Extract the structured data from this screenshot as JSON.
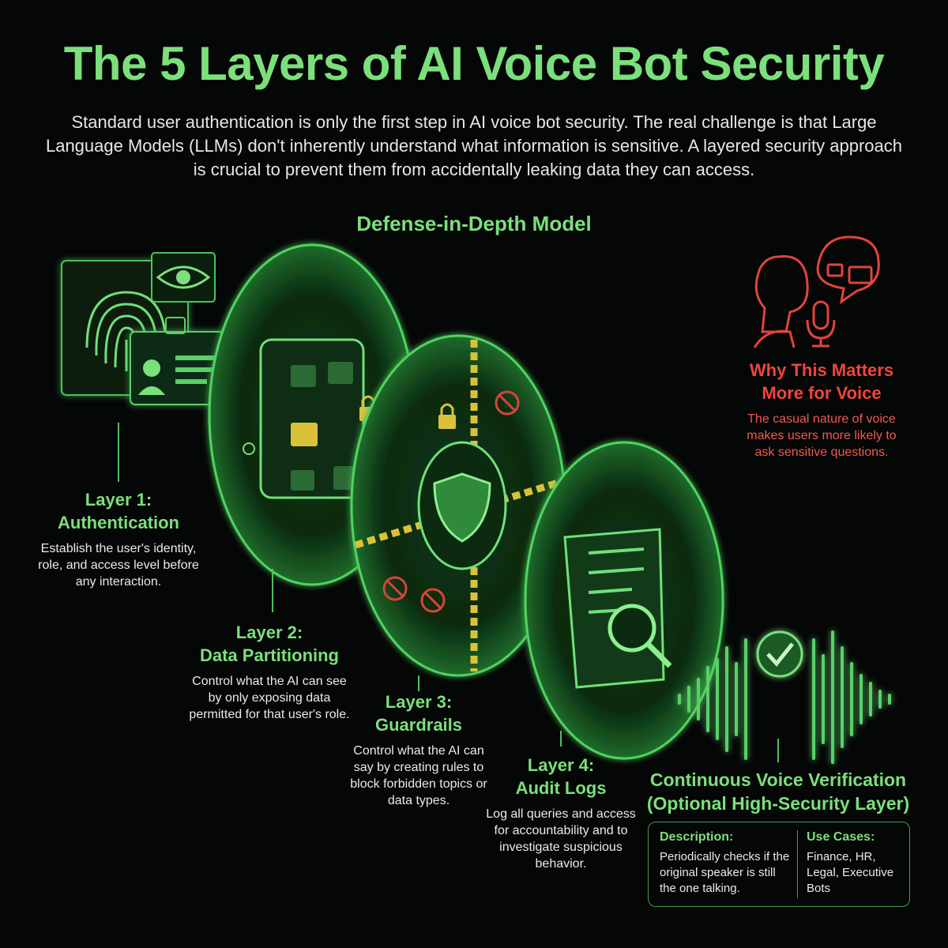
{
  "title": "The 5 Layers of AI Voice Bot Security",
  "intro": "Standard user authentication is only the first step in AI voice bot security. The real challenge is that Large Language Models (LLMs) don't inherently understand what information is sensitive. A layered security approach is crucial to prevent them from accidentally leaking data they can access.",
  "subtitle": "Defense-in-Depth Model",
  "layers": [
    {
      "title_line1": "Layer 1:",
      "title_line2": "Authentication",
      "text": "Establish the user's identity, role, and access level before any interaction."
    },
    {
      "title_line1": "Layer 2:",
      "title_line2": "Data Partitioning",
      "text": "Control what the AI can see by only exposing data permitted for that user's role."
    },
    {
      "title_line1": "Layer 3:",
      "title_line2": "Guardrails",
      "text": "Control what the AI can say by creating rules to block forbidden topics or data types."
    },
    {
      "title_line1": "Layer 4:",
      "title_line2": "Audit Logs",
      "text": "Log all queries and access for accountability and to investigate suspicious behavior."
    }
  ],
  "why": {
    "title_line1": "Why This Matters",
    "title_line2": "More for Voice",
    "text": "The casual nature of voice makes users more likely to ask sensitive questions."
  },
  "voice_verification": {
    "title_line1": "Continuous Voice Verification",
    "title_line2": "(Optional High-Security Layer)",
    "description_label": "Description:",
    "description_text": "Periodically checks if the original speaker is still the one talking.",
    "use_cases_label": "Use Cases:",
    "use_cases_text": "Finance, HR, Legal, Executive Bots"
  },
  "icons": [
    "fingerprint-icon",
    "eye-icon",
    "id-badge-icon",
    "file-cabinet-icon",
    "lock-icon",
    "shield-icon",
    "blocked-icon",
    "audit-scroll-icon",
    "magnifier-icon",
    "user-speaking-icon",
    "microphone-icon",
    "checkmark-icon",
    "sound-wave-icon"
  ],
  "colors": {
    "background": "#050606",
    "accent_green": "#7be07b",
    "warning_red": "#f0453c",
    "caution_yellow": "#d9c23a"
  }
}
